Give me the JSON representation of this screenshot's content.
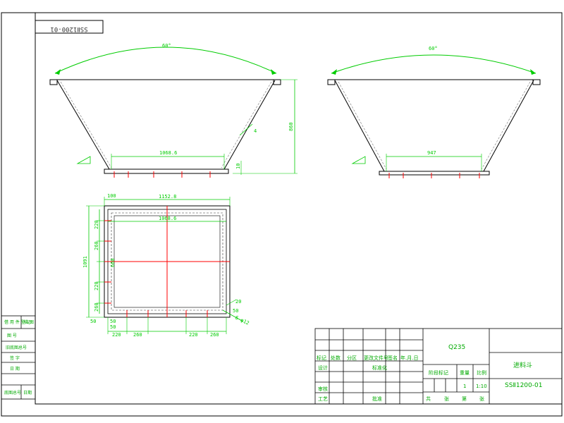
{
  "corner_label": "SSⅡ1200-01",
  "view_top_left": {
    "angle": "60°",
    "width_bottom": "1068.6",
    "height": "860",
    "flange": "10",
    "slope_label": "4"
  },
  "view_top_right": {
    "angle": "60°",
    "width_bottom": "947"
  },
  "plan_view": {
    "overall_width": "1152.8",
    "inner_width": "1068.6",
    "overall_height": "1091",
    "left_dims": [
      "220",
      "260",
      "220",
      "260"
    ],
    "bottom_dims_left": [
      "220",
      "260"
    ],
    "bottom_dims_right": [
      "220",
      "260"
    ],
    "small_dims": [
      "100",
      "50",
      "50",
      "50",
      "50",
      "20"
    ],
    "center_label": "660",
    "weld_label": "6-φ12"
  },
  "side_box": {
    "rows": [
      "借 用 件 登 记",
      "描 图",
      "图 号",
      "旧底图总号",
      "签 字",
      "日 期",
      "底图总号",
      "日期"
    ]
  },
  "title_block": {
    "material": "Q235",
    "part_name": "进料斗",
    "drawing_number": "SSⅡ1200-01",
    "quantity": "1",
    "scale": "1:10",
    "weight_label": "重量",
    "scale_label": "比例",
    "stage_label": "阶段标记",
    "row_headers": [
      "标记",
      "处数",
      "分区",
      "更改文件号",
      "签名",
      "年.月.日"
    ],
    "design_label": "设计",
    "std_label": "标准化",
    "review_label": "审核",
    "process_label": "工艺",
    "approve_label": "批准",
    "sheet_labels": [
      "共",
      "张",
      "第",
      "张"
    ]
  }
}
